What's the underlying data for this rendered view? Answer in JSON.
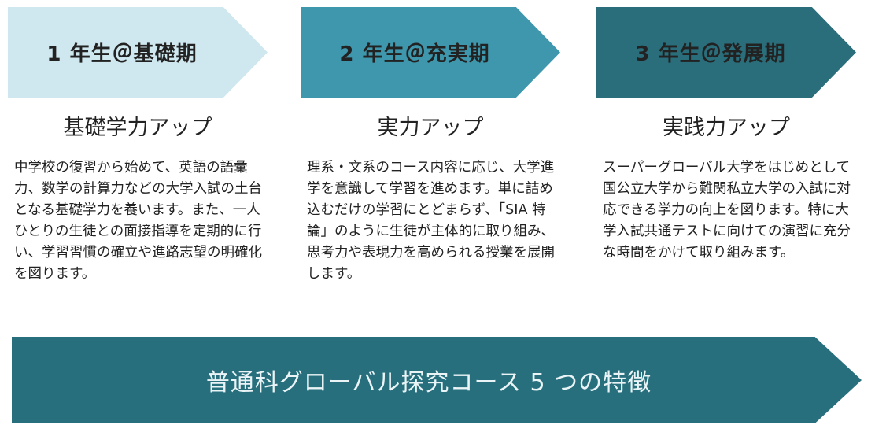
{
  "stages": [
    {
      "title": "1 年生＠基礎期",
      "heading": "基礎学力アップ",
      "body": "中学校の復習から始めて、英語の語彙力、数学の計算力などの大学入試の土台となる基礎学力を養います。また、一人ひとりの生徒との面接指導を定期的に行い、学習習慣の確立や進路志望の明確化を図ります。",
      "colors": {
        "fill": "#cfe7ef",
        "text": "#1a1a1a"
      }
    },
    {
      "title": "2 年生＠充実期",
      "heading": "実力アップ",
      "body": "理系・文系のコース内容に応じ、大学進学を意識して学習を進めます。単に詰め込むだけの学習にとどまらず、「SIA 特論」のように生徒が主体的に取り組み、思考力や表現力を高められる授業を展開します。",
      "colors": {
        "fill": "#3f97ad",
        "text": "#1a1a1a"
      }
    },
    {
      "title": "3 年生＠発展期",
      "heading": "実践力アップ",
      "body": "スーパーグローバル大学をはじめとして国公立大学から難関私立大学の入試に対応できる学力の向上を図ります。特に大学入試共通テストに向けての演習に充分な時間をかけて取り組みます。",
      "colors": {
        "fill": "#2a6d7b",
        "text": "#1a1a1a"
      }
    }
  ],
  "banner": {
    "title": "普通科グローバル探究コース 5 つの特徴",
    "colors": {
      "fill": "#276f7d",
      "text": "#eaf4f6"
    }
  }
}
